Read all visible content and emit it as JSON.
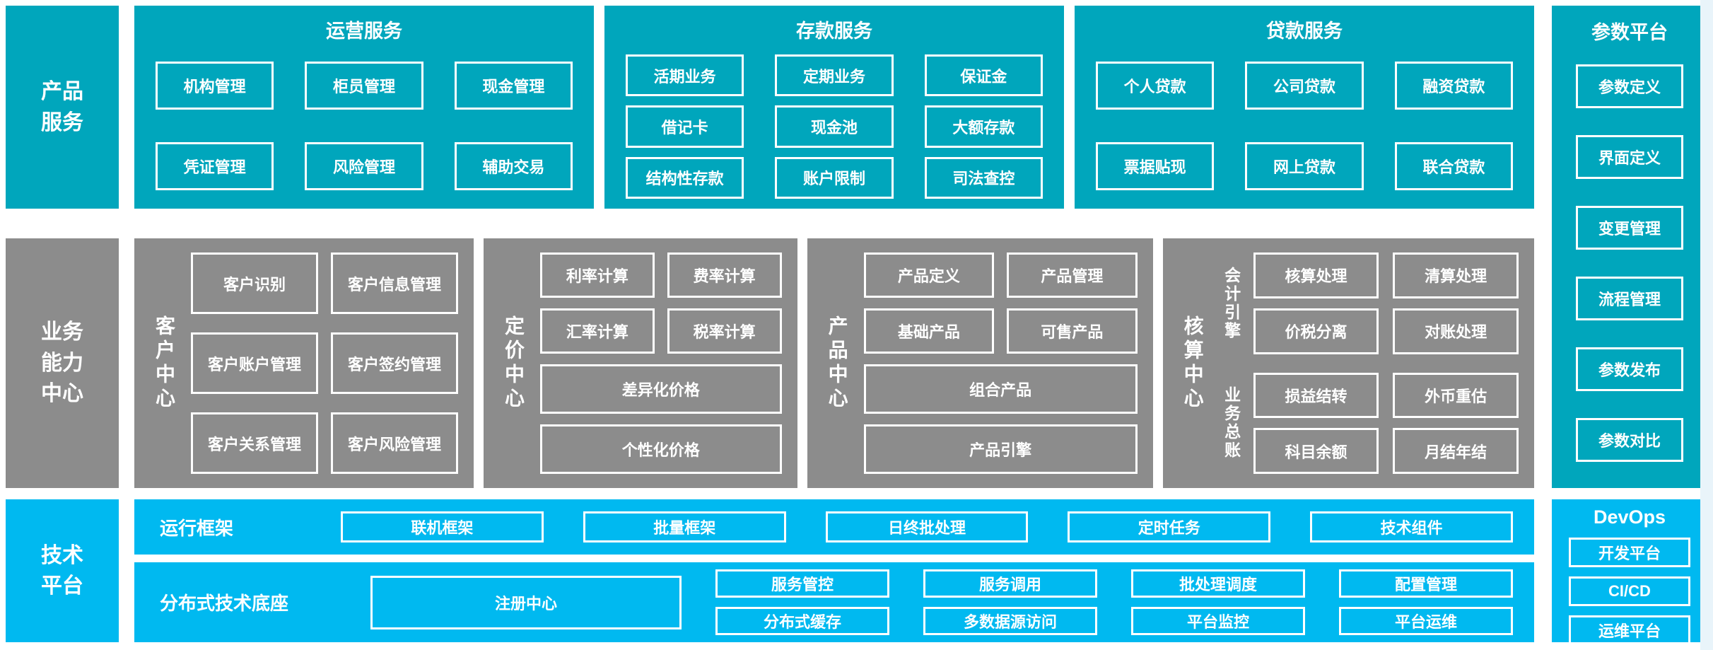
{
  "colors": {
    "teal": "#00a6bc",
    "gray": "#8c8c8c",
    "blue": "#00b9f0",
    "box_border": "#ffffff"
  },
  "sidebar": {
    "product": "产品服务",
    "capability": "业务能力中心",
    "tech": "技术平台"
  },
  "top_panels": [
    {
      "title": "运营服务",
      "items": [
        "机构管理",
        "柜员管理",
        "现金管理",
        "凭证管理",
        "风险管理",
        "辅助交易"
      ]
    },
    {
      "title": "存款服务",
      "items": [
        "活期业务",
        "定期业务",
        "保证金",
        "借记卡",
        "现金池",
        "大额存款",
        "结构性存款",
        "账户限制",
        "司法查控"
      ]
    },
    {
      "title": "贷款服务",
      "items": [
        "个人贷款",
        "公司贷款",
        "融资贷款",
        "票据贴现",
        "网上贷款",
        "联合贷款"
      ]
    }
  ],
  "param_platform": {
    "title": "参数平台",
    "items": [
      "参数定义",
      "界面定义",
      "变更管理",
      "流程管理",
      "参数发布",
      "参数对比"
    ]
  },
  "centers": [
    {
      "label": "客户中心",
      "items": [
        "客户识别",
        "客户信息管理",
        "客户账户管理",
        "客户签约管理",
        "客户关系管理",
        "客户风险管理"
      ]
    },
    {
      "label": "定价中心",
      "items": [
        "利率计算",
        "费率计算",
        "汇率计算",
        "税率计算"
      ],
      "wide": [
        "差异化价格",
        "个性化价格"
      ]
    },
    {
      "label": "产品中心",
      "items": [
        "产品定义",
        "产品管理",
        "基础产品",
        "可售产品"
      ],
      "wide": [
        "组合产品",
        "产品引擎"
      ]
    },
    {
      "label": "核算中心",
      "groups": [
        {
          "label": "会计引擎",
          "items": [
            "核算处理",
            "清算处理",
            "价税分离",
            "对账处理"
          ]
        },
        {
          "label": "业务总账",
          "items": [
            "损益结转",
            "外币重估",
            "科目余额",
            "月结年结"
          ]
        }
      ]
    }
  ],
  "runtime_row": {
    "label": "运行框架",
    "items": [
      "联机框架",
      "批量框架",
      "日终批处理",
      "定时任务",
      "技术组件"
    ]
  },
  "distributed_row": {
    "label": "分布式技术底座",
    "registry": "注册中心",
    "columns": [
      [
        "服务管控",
        "分布式缓存"
      ],
      [
        "服务调用",
        "多数据源访问"
      ],
      [
        "批处理调度",
        "平台监控"
      ],
      [
        "配置管理",
        "平台运维"
      ]
    ]
  },
  "devops": {
    "title": "DevOps",
    "items": [
      "开发平台",
      "CI/CD",
      "运维平台"
    ]
  }
}
